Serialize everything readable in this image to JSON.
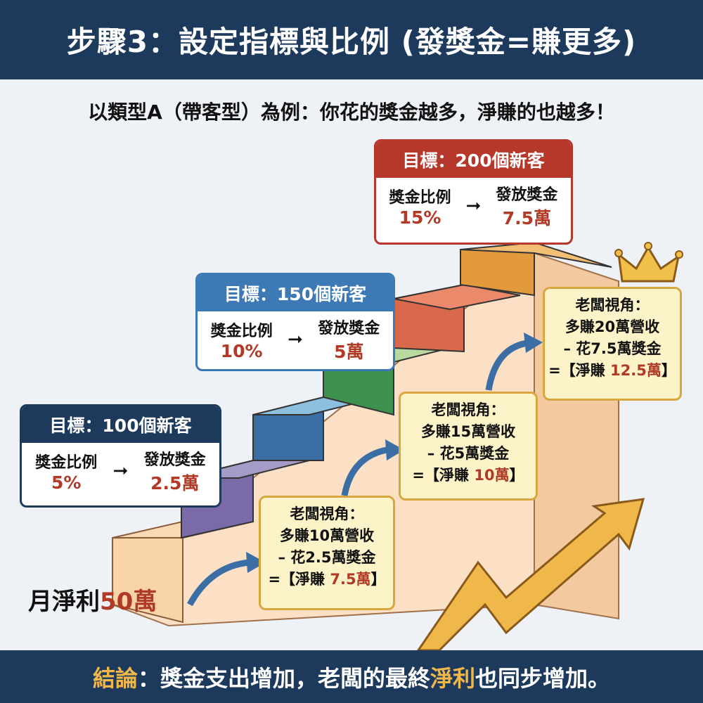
{
  "header": {
    "title": "步驟3：設定指標與比例 (發獎金=賺更多)"
  },
  "subtitle": "以類型A（帶客型）為例：你花的獎金越多，淨賺的也越多！",
  "goals": [
    {
      "title": "目標：100個新客",
      "ratio_label": "獎金比例",
      "ratio": "5%",
      "payout_label": "發放獎金",
      "payout": "2.5萬",
      "color": "#1d3a5c"
    },
    {
      "title": "目標：150個新客",
      "ratio_label": "獎金比例",
      "ratio": "10%",
      "payout_label": "發放獎金",
      "payout": "5萬",
      "color": "#3d7ab5"
    },
    {
      "title": "目標：200個新客",
      "ratio_label": "獎金比例",
      "ratio": "15%",
      "payout_label": "發放獎金",
      "payout": "7.5萬",
      "color": "#b5382b"
    }
  ],
  "boss": [
    {
      "title": "老闆視角：",
      "line1": "多賺10萬營收",
      "line2": "– 花2.5萬獎金",
      "net_prefix": "=【淨賺 ",
      "net": "7.5萬",
      "net_suffix": "】"
    },
    {
      "title": "老闆視角：",
      "line1": "多賺15萬營收",
      "line2": "– 花5萬獎金",
      "net_prefix": "=【淨賺 ",
      "net": "10萬",
      "net_suffix": "】"
    },
    {
      "title": "老闆視角：",
      "line1": "多賺20萬營收",
      "line2": "– 花7.5萬獎金",
      "net_prefix": "=【淨賺 ",
      "net": "12.5萬",
      "net_suffix": "】"
    }
  ],
  "monthly": {
    "label": "月淨利",
    "value": "50萬"
  },
  "footer": {
    "p1": "結論",
    "p2": "：獎金支出增加，老闆的最終",
    "p3": "淨利",
    "p4": "也同步增加。"
  }
}
